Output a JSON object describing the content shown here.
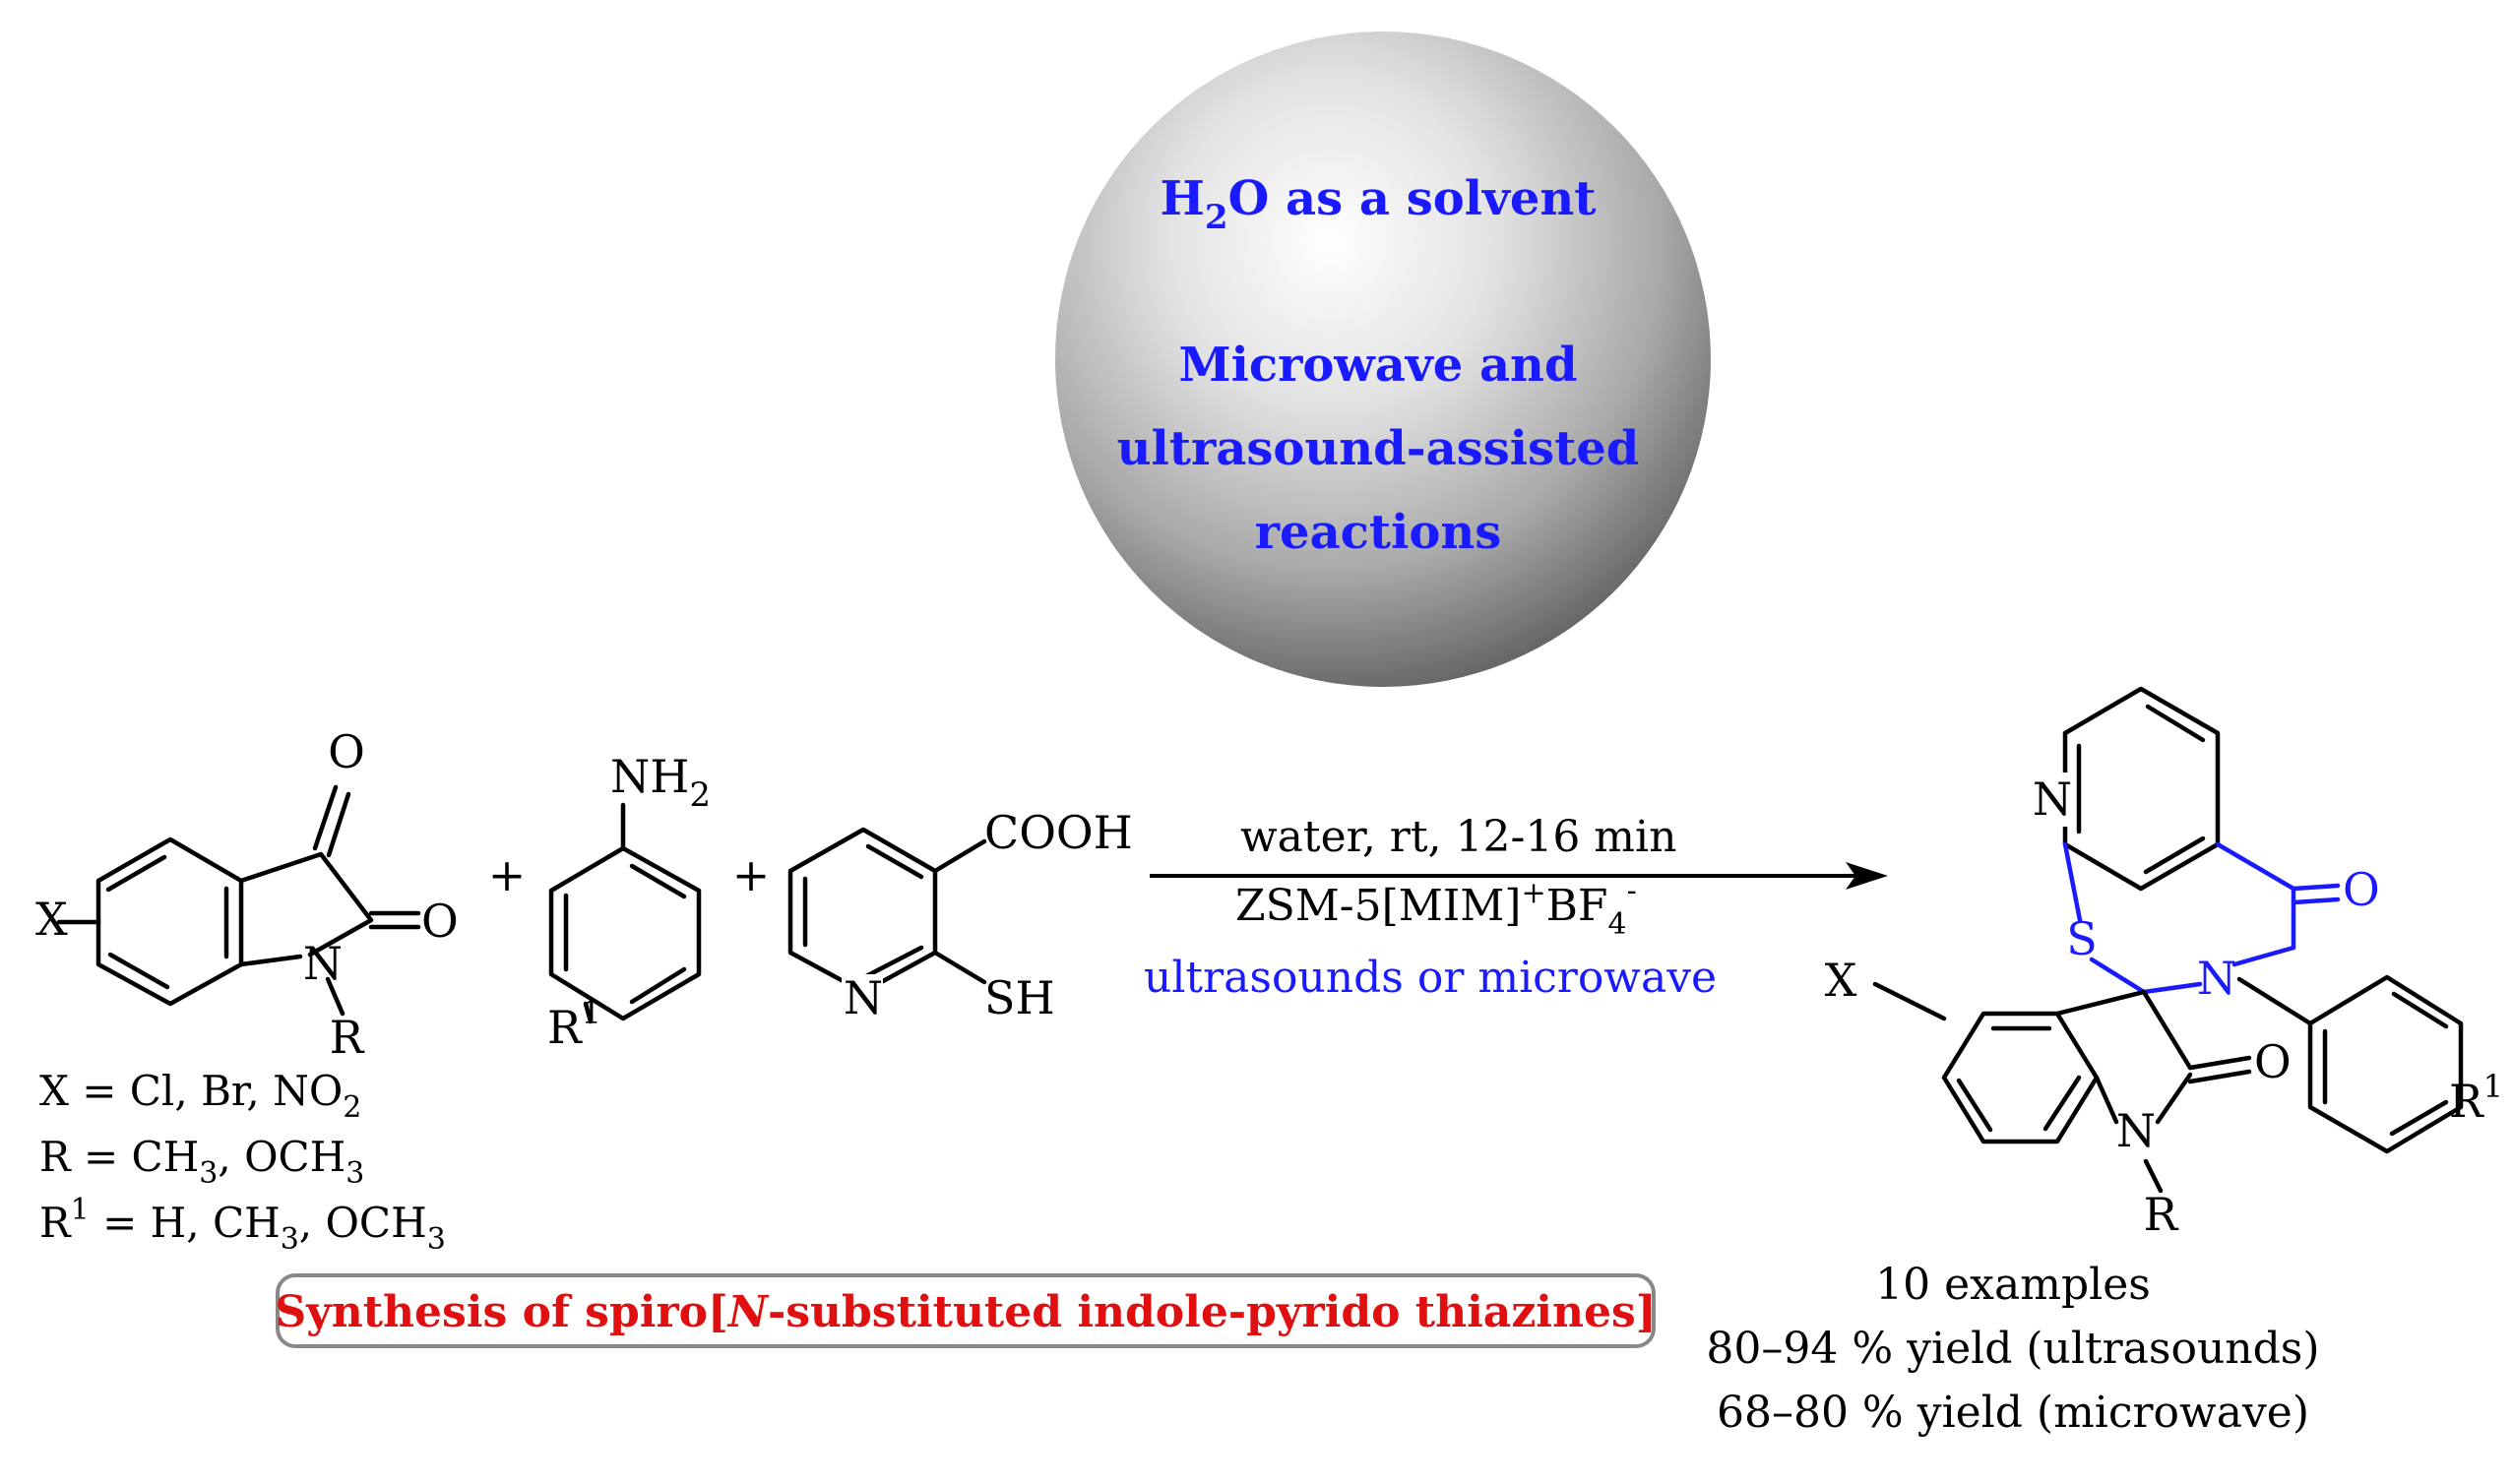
{
  "sphere": {
    "line1_prefix": "H",
    "line1_sub": "2",
    "line1_suffix": "O as a solvent",
    "line2": "Microwave and",
    "line3": "ultrasound-assisted",
    "line4": "reactions",
    "text_color": "#1a1aff"
  },
  "isatin": {
    "O_top": "O",
    "O_right": "O",
    "N": "N",
    "R": "R",
    "X": "X"
  },
  "aniline": {
    "NH": "NH",
    "NH_sub": "2",
    "R": "R",
    "R_sup": "1"
  },
  "nicotinic": {
    "COOH": "COOH",
    "N": "N",
    "SH": "SH"
  },
  "plus": [
    "+",
    "+"
  ],
  "conditions": {
    "above": "water, rt, 12-16 min",
    "catalyst_main": "ZSM-5[MIM]",
    "catalyst_sup": "+",
    "catalyst_bf": "BF",
    "catalyst_sub": "4",
    "catalyst_sup2": "-",
    "method": "ultrasounds or microwave"
  },
  "substituents": {
    "x_line_prefix": "X = Cl, Br, NO",
    "x_line_sub": "2",
    "r_line_prefix": "R = CH",
    "r_line_sub1": "3",
    "r_line_mid": ", OCH",
    "r_line_sub2": "3",
    "r1_prefix": "R",
    "r1_sup": "1",
    "r1_mid": " = H, CH",
    "r1_sub1": "3",
    "r1_mid2": ", OCH",
    "r1_sub2": "3"
  },
  "title_box": {
    "prefix": "Synthesis of spiro[",
    "italic": "N",
    "suffix": "-substituted indole-pyrido thiazines]"
  },
  "product": {
    "N_pyr": "N",
    "O_top": "O",
    "S": "S",
    "N_thz": "N",
    "X": "X",
    "O_ox": "O",
    "N_ind": "N",
    "R": "R",
    "R1": "R",
    "R1_sup": "1"
  },
  "yields": {
    "line1": "10 examples",
    "line2": "80–94 % yield (ultrasounds)",
    "line3": "68–80 % yield (microwave)"
  },
  "colors": {
    "blue": "#1a1aff",
    "red": "#e01010",
    "black": "#000000"
  }
}
